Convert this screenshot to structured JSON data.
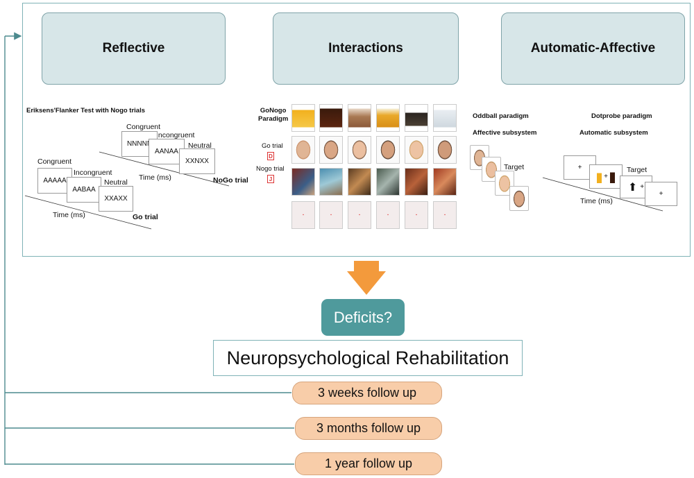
{
  "categories": {
    "reflective": "Reflective",
    "interactions": "Interactions",
    "automatic": "Automatic-Affective"
  },
  "flanker": {
    "title": "Eriksens'Flanker Test with Nogo trials",
    "nogo_labels": {
      "congruent": "Congruent",
      "incongruent": "Incongruent",
      "neutral": "Neutral"
    },
    "nogo_stimuli": [
      "NNNNN",
      "AANAA",
      "XXNXX"
    ],
    "nogo_time": "Time (ms)",
    "nogo_trial": "NoGo trial",
    "go_labels": {
      "congruent": "Congruent",
      "incongruent": "Incongruent",
      "neutral": "Neutral"
    },
    "go_stimuli": [
      "AAAAA",
      "AABAA",
      "XXAXX"
    ],
    "go_time": "Time (ms)",
    "go_trial": "Go trial"
  },
  "gonogo": {
    "title_line1": "GoNogo",
    "title_line2": "Paradigm",
    "go_trial": "Go trial",
    "go_letter": "D",
    "nogo_trial": "Nogo trial",
    "nogo_letter": "J"
  },
  "oddball": {
    "title": "Oddball paradigm",
    "subsystem": "Affective subsystem",
    "target": "Target"
  },
  "dotprobe": {
    "title": "Dotprobe paradigm",
    "subsystem": "Automatic subsystem",
    "target": "Target",
    "time": "Time (ms)",
    "plus": "+"
  },
  "deficits": "Deficits?",
  "rehab": "Neuropsychological Rehabilitation",
  "followups": [
    "3 weeks follow up",
    "3 months follow up",
    "1 year follow up"
  ],
  "colors": {
    "frame": "#7fb2b6",
    "category_fill": "#d7e6e8",
    "deficits_fill": "#4f9a9c",
    "arrow": "#f39a3c",
    "pill_fill": "#f8cda9"
  }
}
